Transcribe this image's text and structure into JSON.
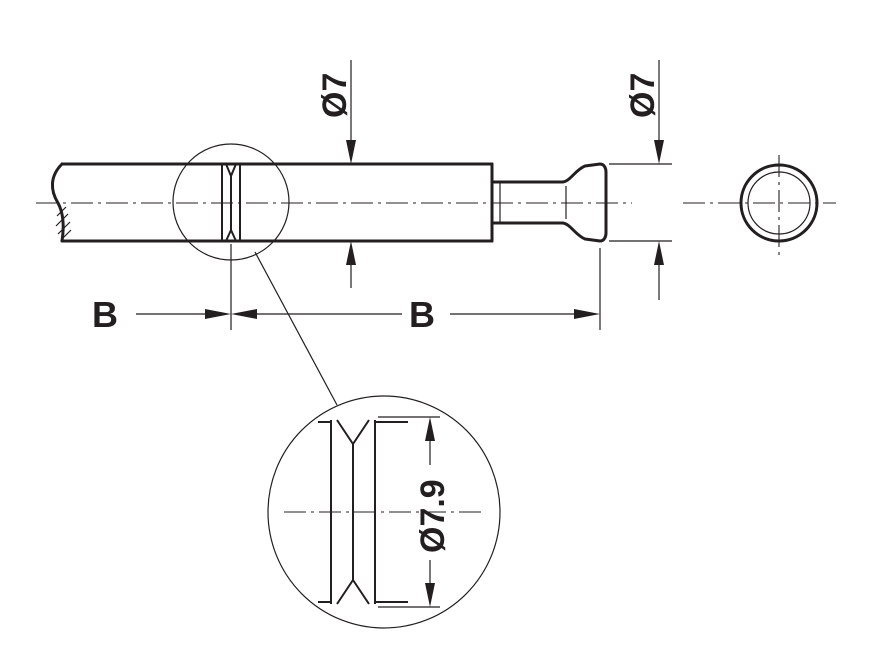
{
  "labels": {
    "dim_b_left": "B",
    "dim_b_right": "B",
    "dia_shaft": "Ø7",
    "dia_head": "Ø7",
    "dia_groove": "Ø7.9"
  }
}
